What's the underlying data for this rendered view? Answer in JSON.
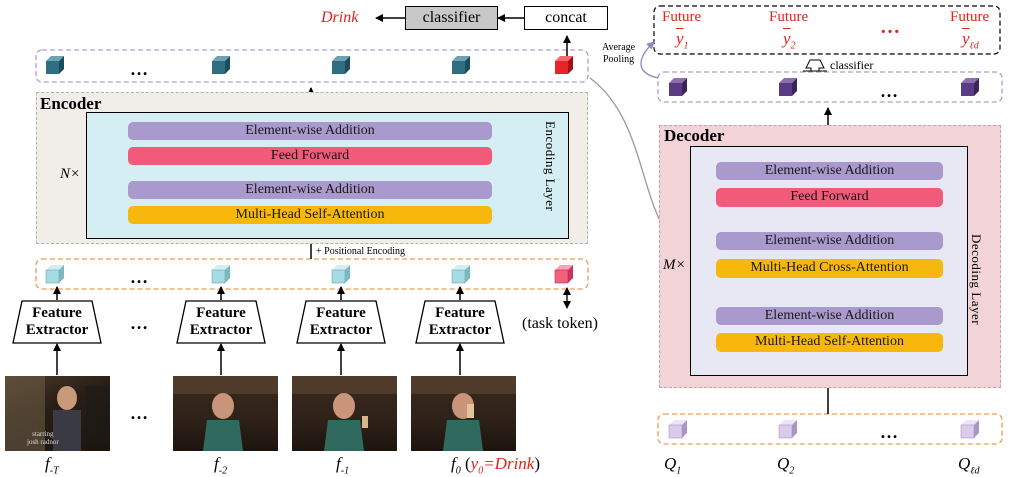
{
  "left_top": {
    "prediction": "Drink",
    "classifier": "classifier",
    "concat": "concat",
    "ellipsis": "…"
  },
  "encoder": {
    "title": "Encoder",
    "repeat": "N×",
    "layer_label": "Encoding Layer",
    "add_top": "Element-wise Addition",
    "feed_forward": "Feed Forward",
    "add_bottom": "Element-wise Addition",
    "attention": "Multi-Head Self-Attention",
    "positional": "+ Positional Encoding"
  },
  "inputs": {
    "ellipsis": "…",
    "task_token": "(task token)",
    "extractor_line1": "Feature",
    "extractor_line2": "Extractor",
    "frame_caption": "starring\njosh radnor",
    "frames": [
      {
        "label_main": "f",
        "label_sub": "-T"
      },
      {
        "label_main": "f",
        "label_sub": "-2"
      },
      {
        "label_main": "f",
        "label_sub": "-1"
      },
      {
        "label_main": "f",
        "label_sub": "0"
      }
    ],
    "f0_note_open": "(",
    "f0_note_var": "y",
    "f0_note_sub": "0",
    "f0_note_eq": "=Drink",
    "f0_note_close": ")"
  },
  "right": {
    "future_word": "Future",
    "futures": [
      {
        "var": "y",
        "sub": "1"
      },
      {
        "var": "y",
        "sub": "2"
      },
      {
        "var": "y",
        "sub": "ℓd"
      }
    ],
    "ellipsis_red": "…",
    "average_pooling_line1": "Average",
    "average_pooling_line2": "Pooling",
    "classifier": "classifier",
    "ellipsis": "…"
  },
  "decoder": {
    "title": "Decoder",
    "repeat": "M×",
    "layer_label": "Decoding Layer",
    "add_1": "Element-wise Addition",
    "feed_forward": "Feed Forward",
    "add_2": "Element-wise Addition",
    "cross_attention": "Multi-Head Cross-Attention",
    "add_3": "Element-wise Addition",
    "self_attention": "Multi-Head Self-Attention"
  },
  "queries": {
    "ellipsis": "…",
    "items": [
      {
        "main": "Q",
        "sub": "1"
      },
      {
        "main": "Q",
        "sub": "2"
      },
      {
        "main": "Q",
        "sub": "ℓd"
      }
    ]
  },
  "colors": {
    "teal_cube": "#2e6e80",
    "cyan_cube": "#a6dbe3",
    "red_cube": "#e8232a",
    "pink_cube": "#f2607e",
    "purple_cube": "#5a3b84",
    "lavender_cube": "#d9cbe9",
    "encoder_bg": "#f1ede9",
    "encoder_inner": "#d4eef3",
    "decoder_bg": "#f2d3d7",
    "decoder_inner": "#e7e8f3",
    "add_bar": "#a999cc",
    "ff_bar": "#f25a7a",
    "att_bar": "#f7b70c"
  }
}
